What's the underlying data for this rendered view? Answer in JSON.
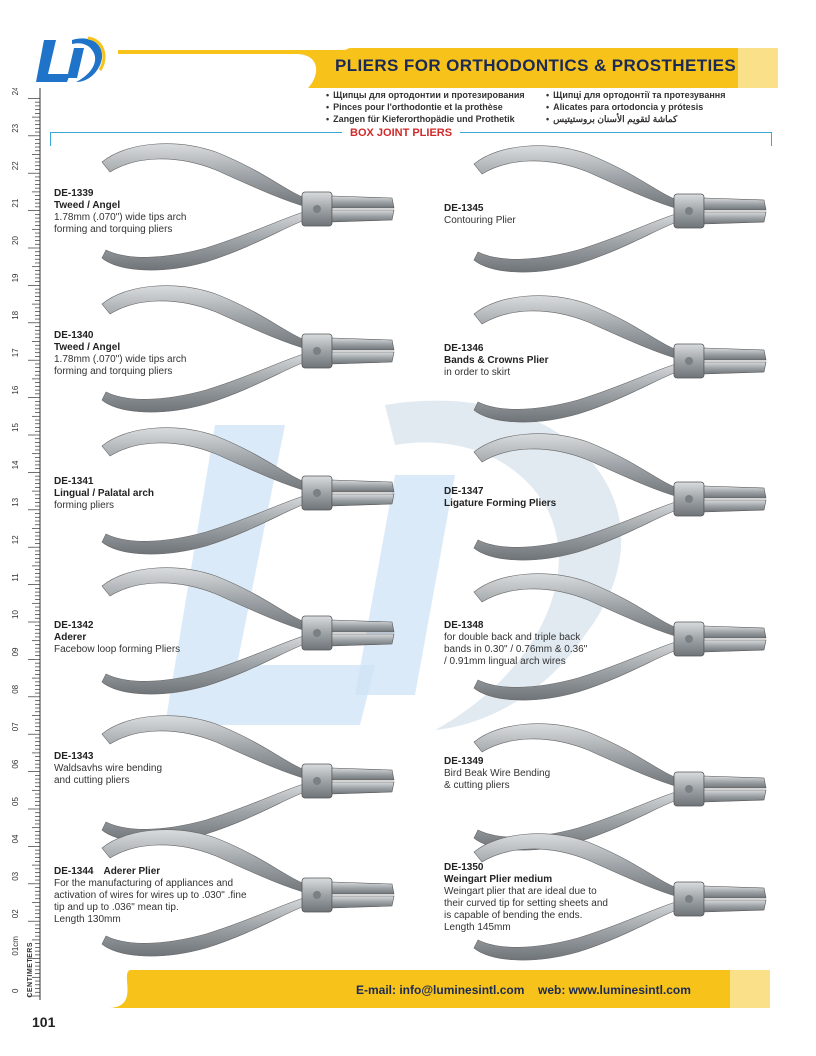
{
  "header": {
    "title": "PLIERS FOR ORTHODONTICS & PROSTHETIES",
    "languages_left": [
      "Щипцы для ортодонтии и протезирования",
      "Pinces pour l'orthodontie et la prothèse",
      "Zangen für Kieferorthopädie und Prothetik"
    ],
    "languages_right": [
      "Щипці для ортодонтії та протезування",
      "Alicates para ortodoncia y prótesis",
      "كماشة لتقويم الأسنان بروستيتيس"
    ]
  },
  "logo": {
    "icon": "li-logo-icon",
    "text": "LI"
  },
  "section_title": "BOX JOINT PLIERS",
  "ruler": {
    "unit_label": "CENTIMETERS",
    "labels": [
      "0",
      "01cm",
      "02",
      "03",
      "04",
      "05",
      "06",
      "07",
      "08",
      "09",
      "10",
      "11",
      "12",
      "13",
      "14",
      "15",
      "16",
      "17",
      "18",
      "19",
      "20",
      "21",
      "22",
      "23",
      "24"
    ]
  },
  "products_left": [
    {
      "code": "DE-1339",
      "name": "Tweed / Angel",
      "desc": [
        "1.78mm (.070\") wide tips arch",
        "forming and torquing pliers"
      ]
    },
    {
      "code": "DE-1340",
      "name": "Tweed / Angel",
      "desc": [
        "1.78mm (.070\") wide tips arch",
        "forming and torquing pliers"
      ]
    },
    {
      "code": "DE-1341",
      "name": "Lingual / Palatal arch",
      "desc": [
        "forming pliers"
      ]
    },
    {
      "code": "DE-1342",
      "name": "Aderer",
      "desc": [
        "Facebow loop forming Pliers"
      ]
    },
    {
      "code": "DE-1343",
      "name": "",
      "desc": [
        "Waldsavhs wire bending",
        "and cutting pliers"
      ]
    },
    {
      "code": "DE-1344",
      "name": "Aderer Plier",
      "desc": [
        "For the manufacturing of appliances and",
        "activation of wires for wires up to .030\" .fine",
        "tip and up to .036\" mean tip.",
        "Length 130mm"
      ]
    }
  ],
  "products_right": [
    {
      "code": "DE-1345",
      "name": "",
      "desc": [
        "Contouring Plier"
      ]
    },
    {
      "code": "DE-1346",
      "name": "Bands & Crowns Plier",
      "desc": [
        "in order to skirt"
      ]
    },
    {
      "code": "DE-1347",
      "name": "Ligature Forming Pliers",
      "desc": []
    },
    {
      "code": "DE-1348",
      "name": "",
      "desc": [
        "for double back and triple back",
        "bands in 0.30\" / 0.76mm & 0.36\"",
        "/ 0.91mm lingual arch wires"
      ]
    },
    {
      "code": "DE-1349",
      "name": "",
      "desc": [
        "Bird Beak Wire Bending",
        "& cutting pliers"
      ]
    },
    {
      "code": "DE-1350",
      "name": "Weingart Plier medium",
      "desc": [
        "Weingart plier that are ideal due to",
        "their curved tip for setting sheets and",
        "is capable of bending the ends.",
        "Length 145mm"
      ]
    }
  ],
  "footer": {
    "email": "E-mail: info@luminesintl.com",
    "web": "web: www.luminesintl.com"
  },
  "page_number": "101",
  "colors": {
    "accent_yellow": "#f7c21a",
    "accent_yellow_light": "#fbe08a",
    "title_navy": "#1a2a55",
    "logo_blue": "#1f73c9",
    "section_red": "#d22a2a",
    "divider_blue": "#3aa7d6",
    "steel": "#a9aeb2"
  }
}
